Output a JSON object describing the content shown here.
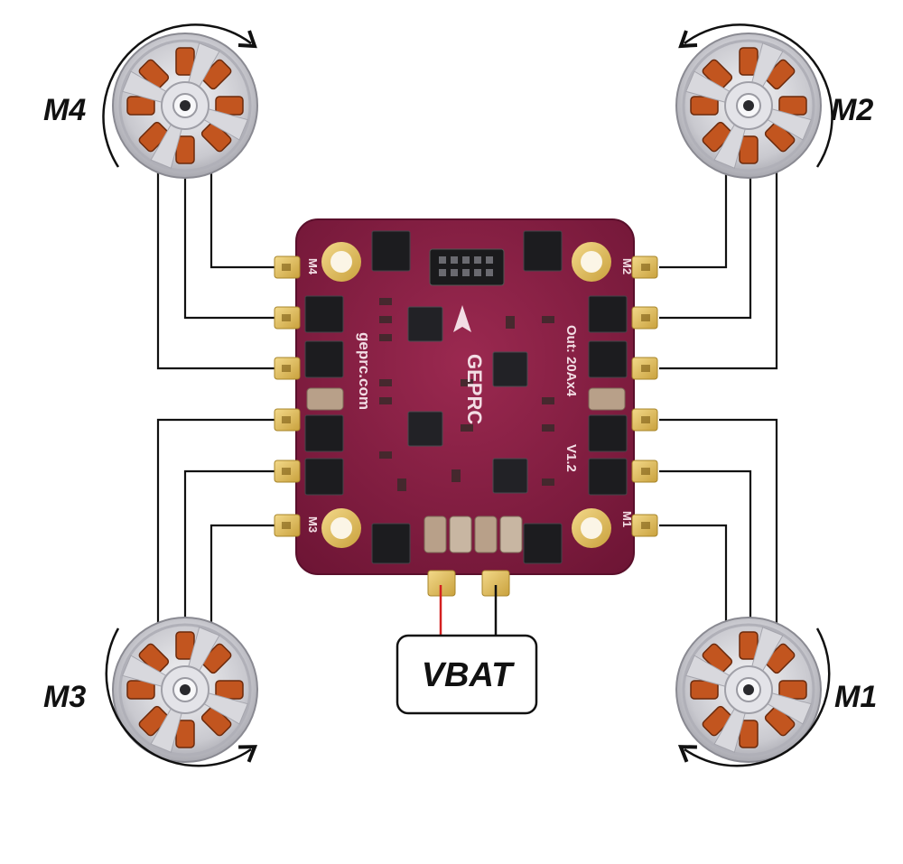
{
  "motors": [
    {
      "id": "m4",
      "label": "M4",
      "rotation": "clockwise"
    },
    {
      "id": "m2",
      "label": "M2",
      "rotation": "counter-clockwise"
    },
    {
      "id": "m3",
      "label": "M3",
      "rotation": "counter-clockwise"
    },
    {
      "id": "m1",
      "label": "M1",
      "rotation": "clockwise"
    }
  ],
  "battery": {
    "label": "VBAT",
    "positive_wire_color": "#d42020",
    "negative_wire_color": "#111111"
  },
  "board": {
    "brand": "GEPRC",
    "website": "geprc.com",
    "rating": "Out: 20Ax4",
    "version": "V1.2",
    "pad_labels": {
      "m4": "M4",
      "m2": "M2",
      "m3": "M3",
      "m1": "M1"
    },
    "color": "#8e1f45"
  }
}
